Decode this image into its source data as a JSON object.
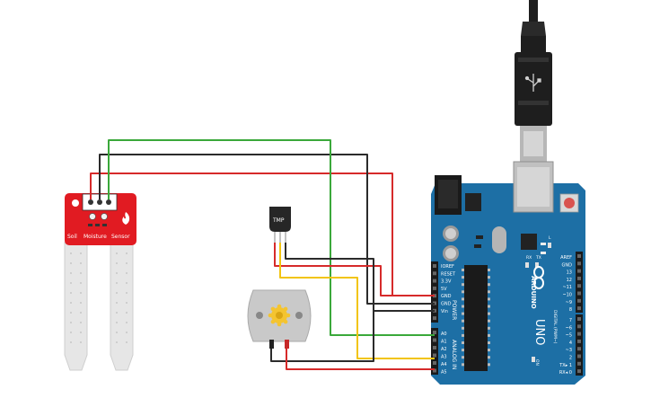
{
  "sensor": {
    "label_left": "Soil",
    "label_mid": "Moisture",
    "label_right": "Sensor"
  },
  "tmp": {
    "label": "TMP"
  },
  "arduino": {
    "logo_text": "ARDUINO",
    "model": "UNO",
    "on_label": "ON",
    "led_l": "L",
    "led_tx": "TX",
    "led_rx": "RX",
    "power_section": "POWER",
    "analog_section": "ANALOG IN",
    "digital_section": "DIGITAL (PWM~)",
    "power_pins": [
      "IOREF",
      "RESET",
      "3.3V",
      "5V",
      "GND",
      "GND",
      "Vin"
    ],
    "analog_pins": [
      "A0",
      "A1",
      "A2",
      "A3",
      "A4",
      "A5"
    ],
    "digital_top": [
      "AREF",
      "GND",
      "13",
      "12",
      "~11",
      "~10",
      "~9",
      "8"
    ],
    "digital_bottom": [
      "7",
      "~6",
      "~5",
      "4",
      "~3",
      "2",
      "TX▸ 1",
      "RX◂ 0"
    ]
  },
  "wire_colors": {
    "red": "#d62a2a",
    "black": "#2b2b2b",
    "green": "#3aa83a",
    "yellow": "#f2c40f"
  },
  "component_colors": {
    "sensor_board": "#e11b22",
    "arduino_board": "#1d6fa5",
    "usb_plug": "#1e1e1e",
    "motor_body": "#c9c9c9",
    "motor_gear": "#f4c430"
  }
}
